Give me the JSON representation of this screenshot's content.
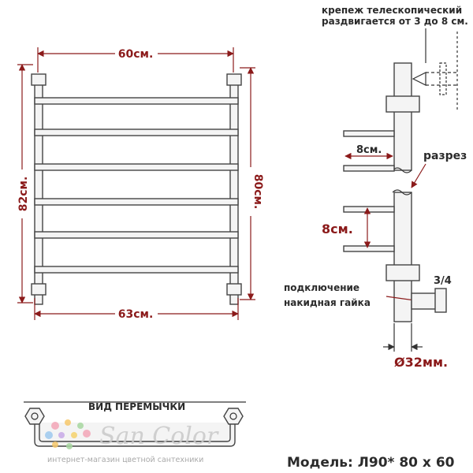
{
  "front_view": {
    "top_width": "60см.",
    "bottom_width": "63см.",
    "left_height": "82см.",
    "right_height": "80см."
  },
  "side_view": {
    "mount_note_line1": "крепеж телескопический",
    "mount_note_line2": "раздвигается от 3 до 8 см.",
    "bar_length": "8см.",
    "section_label": "разрез",
    "bar_spacing": "8см.",
    "connection_line1": "подключение",
    "connection_line2": "накидная гайка",
    "thread": "3/4",
    "diameter": "Ø32мм."
  },
  "jumper": {
    "title": "ВИД ПЕРЕМЫЧКИ"
  },
  "watermark": {
    "brand": "San Color",
    "tagline": "интернет-магазин цветной сантехники",
    "dot_colors": [
      "#f3a6b8",
      "#f7c86b",
      "#a7d7a0",
      "#9ec9ef",
      "#c8a9e8",
      "#f6d36e"
    ]
  },
  "model": "Модель: Л90* 80 х 60"
}
